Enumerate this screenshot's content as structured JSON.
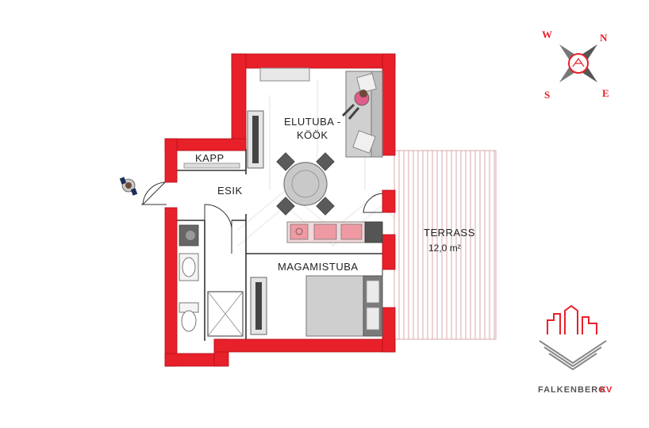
{
  "rooms": {
    "living_kitchen": "ELUTUBA -",
    "living_kitchen_2": "KÖÖK",
    "closet": "KAPP",
    "hall": "ESIK",
    "bedroom": "MAGAMISTUBA",
    "terrace": "TERRASS",
    "terrace_area": "12,0 m²"
  },
  "compass": {
    "n": "N",
    "e": "E",
    "s": "S",
    "w": "W"
  },
  "brand": {
    "name": "FALKENBERG",
    "suffix": "KV"
  },
  "colors": {
    "wall": "#e8202a",
    "wall_outline": "#b01018",
    "terrace_line": "#d9a9a9",
    "furniture": "#c8c8c8",
    "dark": "#444444"
  }
}
